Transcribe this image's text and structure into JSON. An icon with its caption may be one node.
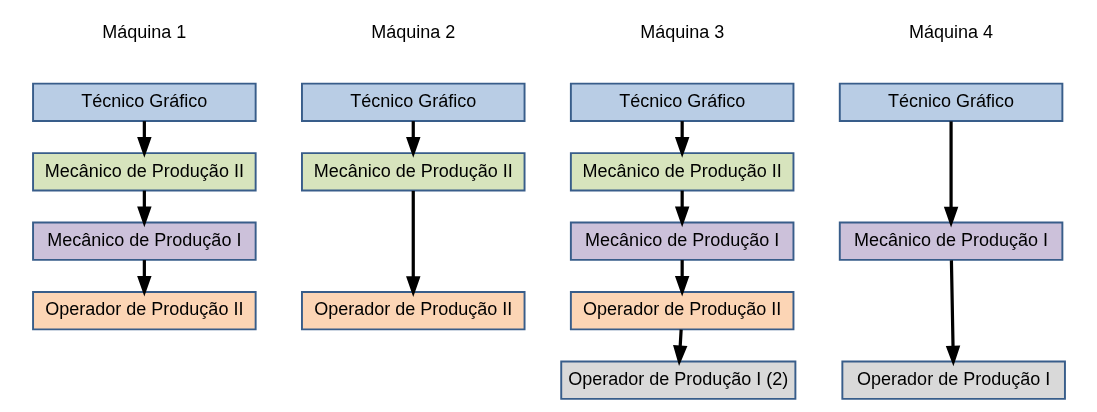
{
  "diagram": {
    "nodes": [
      {
        "text": [
          "Técnico Gráfico"
        ]
      },
      {
        "text": [
          "Mecânico de Produção II"
        ]
      },
      {
        "text": [
          "Mecânico de Produção I"
        ]
      },
      {
        "text": [
          "Operador de Produção II"
        ]
      },
      {
        "text": [
          "Técnico Gráfico"
        ]
      },
      {
        "text": [
          "Mecânico de Produção II"
        ]
      },
      {
        "text": [
          "Operador de Produção II"
        ]
      },
      {
        "text": [
          "Técnico Gráfico"
        ]
      },
      {
        "text": [
          "Mecânico de Produção II"
        ]
      },
      {
        "text": [
          "Mecânico de Produção I"
        ]
      },
      {
        "text": [
          "Operador de Produção II"
        ]
      },
      {
        "text": [
          "Operador de Produção I (2)"
        ]
      },
      {
        "text": [
          "Técnico Gráfico"
        ]
      },
      {
        "text": [
          "Mecânico de Produção I"
        ]
      },
      {
        "text": [
          "Operador de Produção I"
        ]
      }
    ],
    "edges": [
      {
        "from": 0,
        "to": 1,
        "arrow": "to"
      },
      {
        "from": 1,
        "to": 2,
        "arrow": "to"
      },
      {
        "from": 2,
        "to": 3,
        "arrow": "to"
      },
      {
        "from": 4,
        "to": 5,
        "arrow": "to"
      },
      {
        "from": 5,
        "to": 6,
        "arrow": "to"
      },
      {
        "from": 7,
        "to": 8,
        "arrow": "to"
      },
      {
        "from": 8,
        "to": 9,
        "arrow": "to"
      },
      {
        "from": 9,
        "to": 10,
        "arrow": "to"
      },
      {
        "from": 10,
        "to": 11,
        "arrow": "to"
      },
      {
        "from": 12,
        "to": 13,
        "arrow": "to"
      },
      {
        "from": 13,
        "to": 14,
        "arrow": "to"
      }
    ],
    "labels": [
      "Máquina 1",
      "Máquina 2",
      "Máquina 3",
      "Máquina 4"
    ]
  }
}
